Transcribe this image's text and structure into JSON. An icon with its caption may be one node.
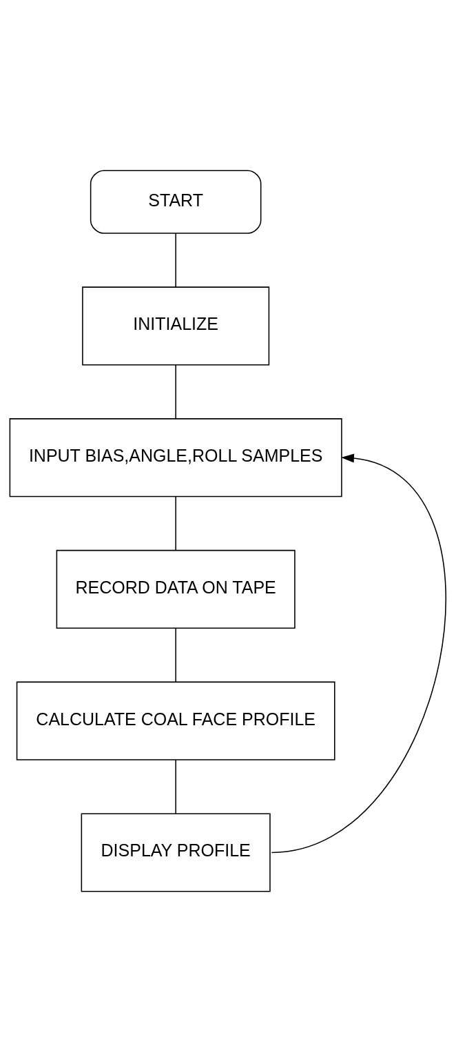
{
  "diagram": {
    "nodes": [
      {
        "text": [
          "START"
        ]
      },
      {
        "text": [
          "INITIALIZE"
        ]
      },
      {
        "text": [
          "INPUT BIAS,ANGLE,ROLL SAMPLES"
        ]
      },
      {
        "text": [
          "RECORD DATA ON TAPE"
        ]
      },
      {
        "text": [
          "CALCULATE COAL FACE PROFILE"
        ]
      },
      {
        "text": [
          "DISPLAY PROFILE"
        ]
      }
    ],
    "edges": [
      {
        "from": 0,
        "to": 1,
        "arrow": "none"
      },
      {
        "from": 1,
        "to": 2,
        "arrow": "none"
      },
      {
        "from": 2,
        "to": 3,
        "arrow": "none"
      },
      {
        "from": 3,
        "to": 4,
        "arrow": "none"
      },
      {
        "from": 4,
        "to": 5,
        "arrow": "none"
      },
      {
        "from": 5,
        "to": 2,
        "arrow": "to"
      }
    ]
  }
}
